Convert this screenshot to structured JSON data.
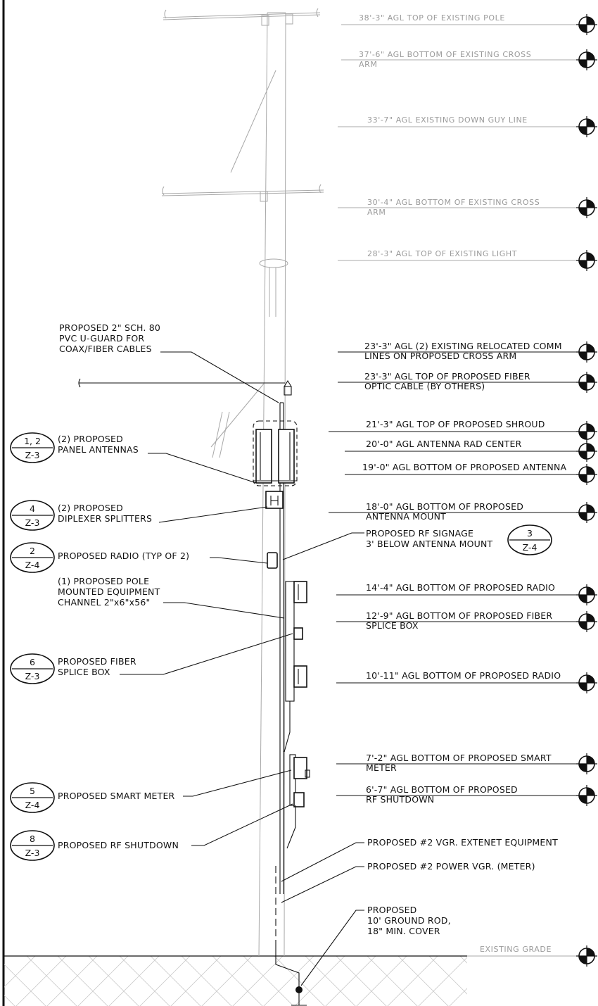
{
  "elevations": [
    {
      "lines": [
        "38'-3\" AGL TOP OF EXISTING POLE"
      ],
      "style": "existing"
    },
    {
      "lines": [
        "37'-6\" AGL BOTTOM OF EXISTING CROSS",
        "ARM"
      ],
      "style": "existing"
    },
    {
      "lines": [
        "33'-7\" AGL EXISTING DOWN GUY LINE"
      ],
      "style": "existing"
    },
    {
      "lines": [
        "30'-4\" AGL BOTTOM OF EXISTING CROSS",
        "ARM"
      ],
      "style": "existing"
    },
    {
      "lines": [
        "28'-3\" AGL TOP OF EXISTING LIGHT"
      ],
      "style": "existing"
    },
    {
      "lines": [
        "23'-3\" AGL (2) EXISTING RELOCATED COMM",
        "LINES ON PROPOSED CROSS ARM"
      ],
      "style": "proposed"
    },
    {
      "lines": [
        "23'-3\" AGL TOP OF PROPOSED FIBER",
        "OPTIC CABLE (BY OTHERS)"
      ],
      "style": "proposed"
    },
    {
      "lines": [
        "21'-3\" AGL TOP OF PROPOSED SHROUD"
      ],
      "style": "proposed"
    },
    {
      "lines": [
        "20'-0\" AGL ANTENNA RAD CENTER"
      ],
      "style": "proposed"
    },
    {
      "lines": [
        "19'-0\" AGL BOTTOM OF PROPOSED ANTENNA"
      ],
      "style": "proposed"
    },
    {
      "lines": [
        "18'-0\" AGL BOTTOM OF PROPOSED",
        "ANTENNA MOUNT"
      ],
      "style": "proposed"
    },
    {
      "lines": [
        "14'-4\" AGL BOTTOM OF PROPOSED RADIO"
      ],
      "style": "proposed"
    },
    {
      "lines": [
        "12'-9\" AGL BOTTOM OF PROPOSED FIBER",
        "SPLICE BOX"
      ],
      "style": "proposed"
    },
    {
      "lines": [
        "10'-11\" AGL BOTTOM OF PROPOSED RADIO"
      ],
      "style": "proposed"
    },
    {
      "lines": [
        "7'-2\" AGL BOTTOM OF PROPOSED SMART",
        "METER"
      ],
      "style": "proposed"
    },
    {
      "lines": [
        "6'-7\" AGL BOTTOM OF PROPOSED",
        "RF SHUTDOWN"
      ],
      "style": "proposed"
    },
    {
      "lines": [
        "EXISTING GRADE"
      ],
      "style": "existing"
    }
  ],
  "callouts_left": [
    {
      "lines": [
        "PROPOSED 2\" SCH. 80",
        "PVC U-GUARD FOR",
        "COAX/FIBER CABLES"
      ]
    },
    {
      "bubble_top": "1, 2",
      "bubble_bottom": "Z-3",
      "lines": [
        "(2) PROPOSED",
        "PANEL ANTENNAS"
      ]
    },
    {
      "bubble_top": "4",
      "bubble_bottom": "Z-3",
      "lines": [
        "(2) PROPOSED",
        "DIPLEXER SPLITTERS"
      ]
    },
    {
      "bubble_top": "2",
      "bubble_bottom": "Z-4",
      "lines": [
        "PROPOSED RADIO (TYP OF 2)"
      ]
    },
    {
      "lines": [
        "(1) PROPOSED POLE",
        "MOUNTED EQUIPMENT",
        "CHANNEL 2\"x6\"x56\""
      ]
    },
    {
      "bubble_top": "6",
      "bubble_bottom": "Z-3",
      "lines": [
        "PROPOSED FIBER",
        "SPLICE BOX"
      ]
    },
    {
      "bubble_top": "5",
      "bubble_bottom": "Z-4",
      "lines": [
        "PROPOSED SMART METER"
      ]
    },
    {
      "bubble_top": "8",
      "bubble_bottom": "Z-3",
      "lines": [
        "PROPOSED RF SHUTDOWN"
      ]
    }
  ],
  "callouts_right": [
    {
      "lines": [
        "PROPOSED RF SIGNAGE",
        "3' BELOW ANTENNA MOUNT"
      ],
      "bubble_top": "3",
      "bubble_bottom": "Z-4"
    },
    {
      "lines": [
        "PROPOSED #2 VGR. EXTENET EQUIPMENT"
      ]
    },
    {
      "lines": [
        "PROPOSED #2 POWER VGR. (METER)"
      ]
    },
    {
      "lines": [
        "PROPOSED",
        "10' GROUND ROD,",
        "18\" MIN. COVER"
      ]
    }
  ]
}
